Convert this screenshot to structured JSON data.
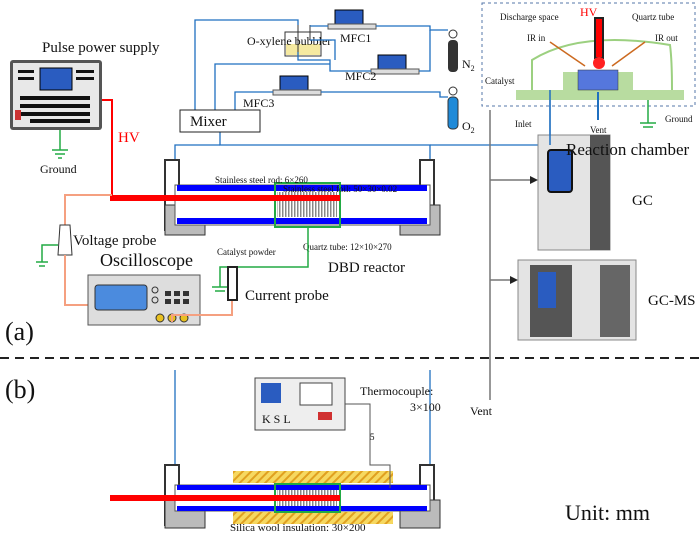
{
  "panel_a": {
    "label": "(a)",
    "pulse_power_supply": "Pulse power supply",
    "ground": "Ground",
    "hv": "HV",
    "bubbler": "O-xylene bubbler",
    "mfc1": "MFC1",
    "mfc2": "MFC2",
    "mfc3": "MFC3",
    "n2": "N",
    "n2_sub": "2",
    "o2": "O",
    "o2_sub": "2",
    "mixer": "Mixer",
    "rod": "Stainless steel rod: 6×260",
    "foil": "Stainless steel foil: 50×30×0.02",
    "catalyst_powder": "Catalyst powder",
    "quartz": "Quartz tube: 12×10×270",
    "dbd": "DBD reactor",
    "voltage_probe": "Voltage probe",
    "oscilloscope": "Oscilloscope",
    "current_probe": "Current probe",
    "vent": "Vent",
    "gc": "GC",
    "gcms": "GC-MS",
    "chamber": {
      "discharge_space": "Discharge space",
      "hv": "HV",
      "quartz_tube": "Quartz tube",
      "ir_in": "IR in",
      "ir_out": "IR out",
      "catalyst": "Catalyst",
      "inlet": "Inlet",
      "vent": "Vent",
      "ground": "Ground",
      "title": "Reaction chamber"
    }
  },
  "panel_b": {
    "label": "(b)",
    "controller_brand": "K S L",
    "thermocouple": "Thermocouple:",
    "thermocouple_size": "3×100",
    "gap": "5",
    "insulation": "Silica wool insulation: 30×200",
    "unit": "Unit: mm"
  },
  "colors": {
    "hv_line": "#ff0000",
    "gas_line": "#1f6fc0",
    "electrode": "#0000ff",
    "ground": "#22aa44",
    "probe": "#f5a080"
  }
}
